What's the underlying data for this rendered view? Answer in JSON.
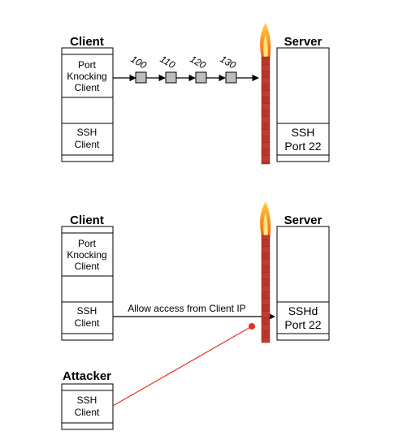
{
  "top": {
    "client_title": "Client",
    "server_title": "Server",
    "client_knock_lines": [
      "Port",
      "Knocking",
      "Client"
    ],
    "client_ssh_lines": [
      "SSH",
      "Client"
    ],
    "server_ssh_lines": [
      "SSH",
      "Port 22"
    ],
    "ports": [
      "100",
      "110",
      "120",
      "130"
    ]
  },
  "bottom": {
    "client_title": "Client",
    "server_title": "Server",
    "client_knock_lines": [
      "Port",
      "Knocking",
      "Client"
    ],
    "client_ssh_lines": [
      "SSH",
      "Client"
    ],
    "server_ssh_lines": [
      "SSHd",
      "Port 22"
    ],
    "allow_label": "Allow access from Client IP",
    "attacker_title": "Attacker",
    "attacker_ssh_lines": [
      "SSH",
      "Client"
    ]
  },
  "colors": {
    "firewall_brick": "#b5342a",
    "flame_outer": "#f26b1d",
    "flame_inner": "#ffd23f",
    "attack_line": "#e8321f",
    "knock_box": "#bdbdbd"
  },
  "icons": [
    "firewall-icon",
    "flame-icon"
  ]
}
